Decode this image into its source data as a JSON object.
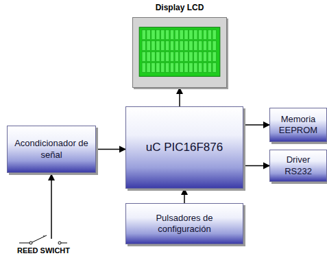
{
  "diagram": {
    "nodes": [
      {
        "text": [
          "Display LCD"
        ]
      },
      {
        "text": [
          "Acondicionador de señal"
        ]
      },
      {
        "text": [
          "uC PIC16F876"
        ]
      },
      {
        "text": [
          "Memoria EEPROM"
        ]
      },
      {
        "text": [
          "Driver RS232"
        ]
      },
      {
        "text": [
          "Pulsadores de configuración"
        ]
      }
    ],
    "edges": [
      {
        "from": 2,
        "to": 0,
        "arrow": "to"
      },
      {
        "from": 1,
        "to": 2,
        "arrow": "to"
      },
      {
        "from": 2,
        "to": 3,
        "arrow": "to"
      },
      {
        "from": 2,
        "to": 4,
        "arrow": "to"
      },
      {
        "from": 5,
        "to": 2,
        "arrow": "to"
      }
    ],
    "labels": [
      "REED SWICHT"
    ]
  }
}
